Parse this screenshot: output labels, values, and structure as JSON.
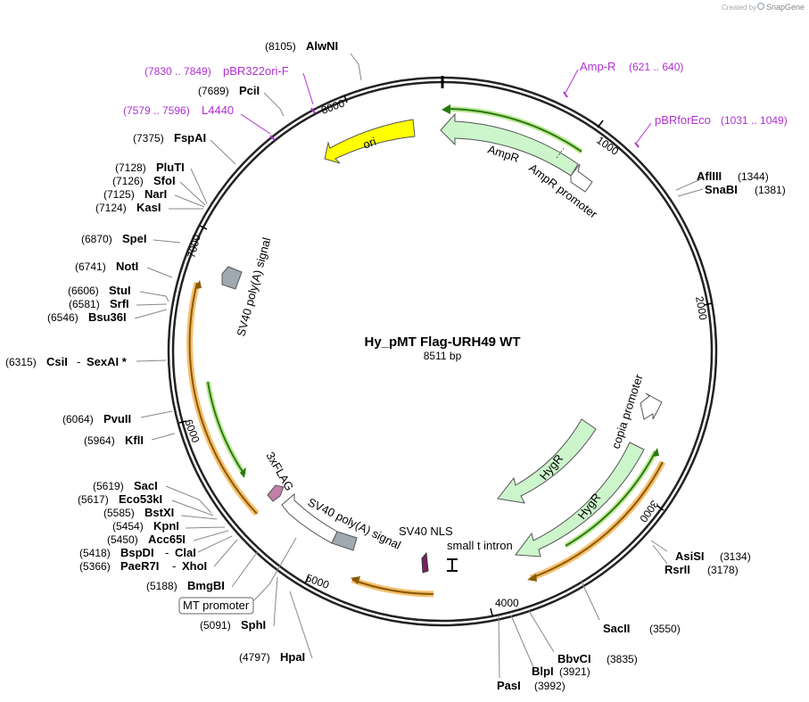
{
  "header": {
    "created_by": "Created by",
    "brand": "SnapGene"
  },
  "plasmid": {
    "name": "Hy_pMT Flag-URH49 WT",
    "size": "8511 bp"
  },
  "ticks": [
    "1000",
    "2000",
    "3000",
    "4000",
    "5000",
    "6000",
    "7000",
    "8000"
  ],
  "features": {
    "ori": "ori",
    "ampr": "AmpR",
    "ampr_promoter": "AmpR promoter",
    "sv40_polya_1": "SV40 poly(A) signal",
    "sv40_polya_2": "SV40 poly(A) signal",
    "copia_promoter": "copia promoter",
    "hygr_1": "HygR",
    "hygr_2": "HygR",
    "sv40_nls": "SV40 NLS",
    "small_t_intron": "small t intron",
    "flag": "3xFLAG",
    "mt_promoter": "MT promoter"
  },
  "primers": [
    {
      "name": "pBR322ori-F",
      "range": "(7830 .. 7849)"
    },
    {
      "name": "L4440",
      "range": "(7579 .. 7596)"
    },
    {
      "name": "Amp-R",
      "range": "(621 .. 640)"
    },
    {
      "name": "pBRforEco",
      "range": "(1031 .. 1049)"
    }
  ],
  "sites_left": [
    {
      "name": "AlwNI",
      "pos": "(8105)"
    },
    {
      "name": "PciI",
      "pos": "(7689)"
    },
    {
      "name": "FspAI",
      "pos": "(7375)"
    },
    {
      "name": "PluTI",
      "pos": "(7128)"
    },
    {
      "name": "SfoI",
      "pos": "(7126)"
    },
    {
      "name": "NarI",
      "pos": "(7125)"
    },
    {
      "name": "KasI",
      "pos": "(7124)"
    },
    {
      "name": "SpeI",
      "pos": "(6870)"
    },
    {
      "name": "NotI",
      "pos": "(6741)"
    },
    {
      "name": "StuI",
      "pos": "(6606)"
    },
    {
      "name": "SrfI",
      "pos": "(6581)"
    },
    {
      "name": "Bsu36I",
      "pos": "(6546)"
    },
    {
      "name": "CsiI",
      "pos": "(6315)",
      "extra": "SexAI *"
    },
    {
      "name": "PvuII",
      "pos": "(6064)"
    },
    {
      "name": "KflI",
      "pos": "(5964)"
    },
    {
      "name": "SacI",
      "pos": "(5619)"
    },
    {
      "name": "Eco53kI",
      "pos": "(5617)"
    },
    {
      "name": "BstXI",
      "pos": "(5585)"
    },
    {
      "name": "KpnI",
      "pos": "(5454)"
    },
    {
      "name": "Acc65I",
      "pos": "(5450)"
    },
    {
      "name": "BspDI",
      "pos": "(5418)",
      "extra": "ClaI"
    },
    {
      "name": "PaeR7I",
      "pos": "(5366)",
      "extra": "XhoI"
    },
    {
      "name": "BmgBI",
      "pos": "(5188)"
    },
    {
      "name": "SphI",
      "pos": "(5091)"
    },
    {
      "name": "HpaI",
      "pos": "(4797)"
    }
  ],
  "sites_right": [
    {
      "name": "AflIII",
      "pos": "(1344)"
    },
    {
      "name": "SnaBI",
      "pos": "(1381)"
    },
    {
      "name": "AsiSI",
      "pos": "(3134)"
    },
    {
      "name": "RsrII",
      "pos": "(3178)"
    },
    {
      "name": "SacII",
      "pos": "(3550)"
    },
    {
      "name": "BbvCI",
      "pos": "(3835)"
    },
    {
      "name": "BlpI",
      "pos": "(3921)"
    },
    {
      "name": "PasI",
      "pos": "(3992)"
    }
  ],
  "colors": {
    "backbone": "#222222",
    "ori": "#ffff00",
    "marker": "#ccf5cc",
    "promoter": "#ffffff",
    "polya": "#a0a8b0",
    "flag": "#c080a8",
    "orf_halo": "#f5c070",
    "orf_line": "#8b5a00",
    "green_line": "#2a7a10",
    "primer": "#b030d0"
  }
}
